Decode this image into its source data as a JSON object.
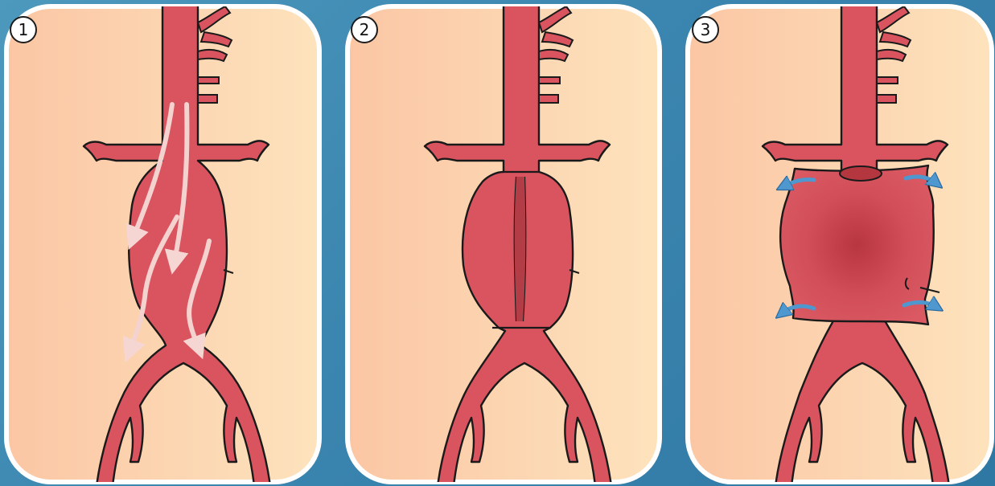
{
  "panels": [
    {
      "step_label": "1"
    },
    {
      "step_label": "2"
    },
    {
      "step_label": "3"
    }
  ],
  "colors": {
    "background": "#3b86b0",
    "panel_fill_left": "#fbc8a5",
    "panel_fill_right": "#fde2bc",
    "panel_border": "#ffffff",
    "vessel_fill": "#d9545e",
    "vessel_outline": "#1a1a1a",
    "flow_arrow": "#f4d2cf",
    "retraction_arrow": "#4f97cf"
  },
  "icons": [
    "flow-arrow-icon",
    "retraction-arrow-icon"
  ]
}
